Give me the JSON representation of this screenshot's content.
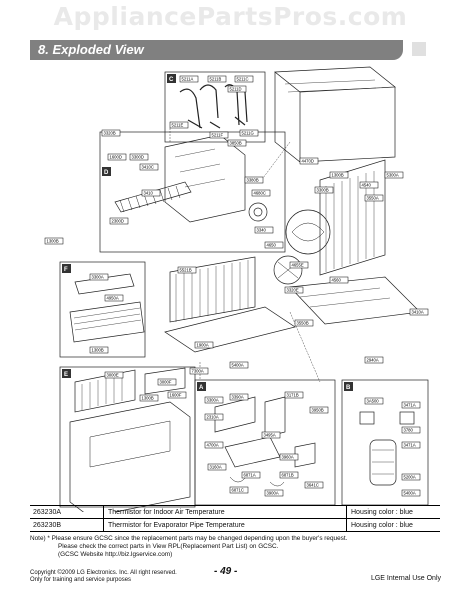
{
  "watermark": "AppliancePartsPros.com",
  "section_title": "8. Exploded View",
  "group_letters": [
    "C",
    "D",
    "F",
    "E",
    "A",
    "B"
  ],
  "part_labels": {
    "c_group": [
      "5211A",
      "5211B",
      "5211C",
      "5211D",
      "5211E",
      "5211F",
      "5211G"
    ],
    "top": [
      "3320B",
      "4470D",
      "1300B",
      "3300B",
      "5300A",
      "4540",
      "3550A"
    ],
    "d_group": [
      "1600D",
      "3300D",
      "3410C",
      "3850B",
      "3380B",
      "4680C",
      "3410",
      "3340",
      "2300D",
      "1300B"
    ],
    "middle": [
      "4650",
      "5521B",
      "4655E",
      "3320E",
      "4560",
      "3410A",
      "3550B",
      "1900A",
      "5400A",
      "2940A",
      "7300A"
    ],
    "f_group": [
      "3300A",
      "4950A",
      "1300B"
    ],
    "e_group": [
      "3000E",
      "3000F",
      "1300B",
      "1600F"
    ],
    "a_group": [
      "3300A",
      "3390A",
      "2310A",
      "3171B",
      "3950B",
      "3495A",
      "4700A",
      "3960A",
      "3160A",
      "6871A",
      "6871B",
      "6871C",
      "3900A",
      "3641C"
    ],
    "b_group": [
      "3A500",
      "3471A",
      "3780",
      "3471A",
      "5200A",
      "5400A"
    ]
  },
  "table": {
    "rows": [
      {
        "code": "263230A",
        "desc": "Thermistor for Indoor Air Temperature",
        "housing": "Housing color : blue"
      },
      {
        "code": "263230B",
        "desc": "Thermistor for Evaporator Pipe Temperature",
        "housing": "Housing color : blue"
      }
    ]
  },
  "note_lines": [
    "Note) * Please ensure GCSC since the replacement parts may be changed depending upon the buyer's request.",
    "Please check the correct parts in View RPL(Replacement Part List) on GCSC.",
    "(GCSC Website http://biz.lgservice.com)"
  ],
  "footer": {
    "copyright": "Copyright ©2009 LG Electronics. Inc. All right reserved.",
    "training": "Only for training and service purposes",
    "page": "- 49 -",
    "internal": "LGE Internal Use Only"
  },
  "colors": {
    "title_bar": "#808080",
    "watermark": "#e9e9e9"
  }
}
